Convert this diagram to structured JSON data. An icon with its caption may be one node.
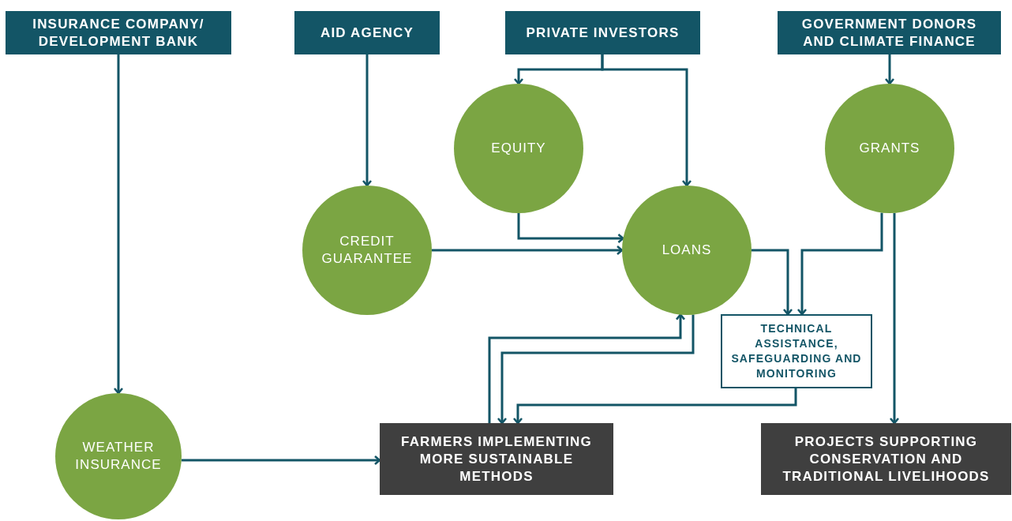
{
  "diagram": {
    "nodes": [
      {
        "text": [
          "INSURANCE COMPANY/ DEVELOPMENT BANK"
        ]
      },
      {
        "text": [
          "AID AGENCY"
        ]
      },
      {
        "text": [
          "PRIVATE INVESTORS"
        ]
      },
      {
        "text": [
          "GOVERNMENT DONORS AND CLIMATE FINANCE"
        ]
      },
      {
        "text": [
          "EQUITY"
        ]
      },
      {
        "text": [
          "GRANTS"
        ]
      },
      {
        "text": [
          "CREDIT GUARANTEE"
        ]
      },
      {
        "text": [
          "LOANS"
        ]
      },
      {
        "text": [
          "TECHNICAL ASSISTANCE, SAFEGUARDING AND MONITORING"
        ]
      },
      {
        "text": [
          "WEATHER INSURANCE"
        ]
      },
      {
        "text": [
          "FARMERS IMPLEMENTING MORE SUSTAINABLE METHODS"
        ]
      },
      {
        "text": [
          "PROJECTS SUPPORTING CONSERVATION AND TRADITIONAL LIVELIHOODS"
        ]
      }
    ],
    "edges": [
      {
        "from": 0,
        "to": 9,
        "arrow": "to"
      },
      {
        "from": 1,
        "to": 6,
        "arrow": "to"
      },
      {
        "from": 2,
        "to": 4,
        "arrow": "to"
      },
      {
        "from": 2,
        "to": 7,
        "arrow": "to"
      },
      {
        "from": 3,
        "to": 5,
        "arrow": "to"
      },
      {
        "from": 4,
        "to": 7,
        "arrow": "to"
      },
      {
        "from": 6,
        "to": 7,
        "arrow": "to"
      },
      {
        "from": 7,
        "to": 8,
        "arrow": "to"
      },
      {
        "from": 5,
        "to": 8,
        "arrow": "to"
      },
      {
        "from": 5,
        "to": 11,
        "arrow": "to"
      },
      {
        "from": 9,
        "to": 10,
        "arrow": "to"
      },
      {
        "from": 7,
        "to": 10,
        "arrow": "to"
      },
      {
        "from": 10,
        "to": 7,
        "arrow": "to"
      },
      {
        "from": 8,
        "to": 10,
        "arrow": "to"
      }
    ]
  }
}
